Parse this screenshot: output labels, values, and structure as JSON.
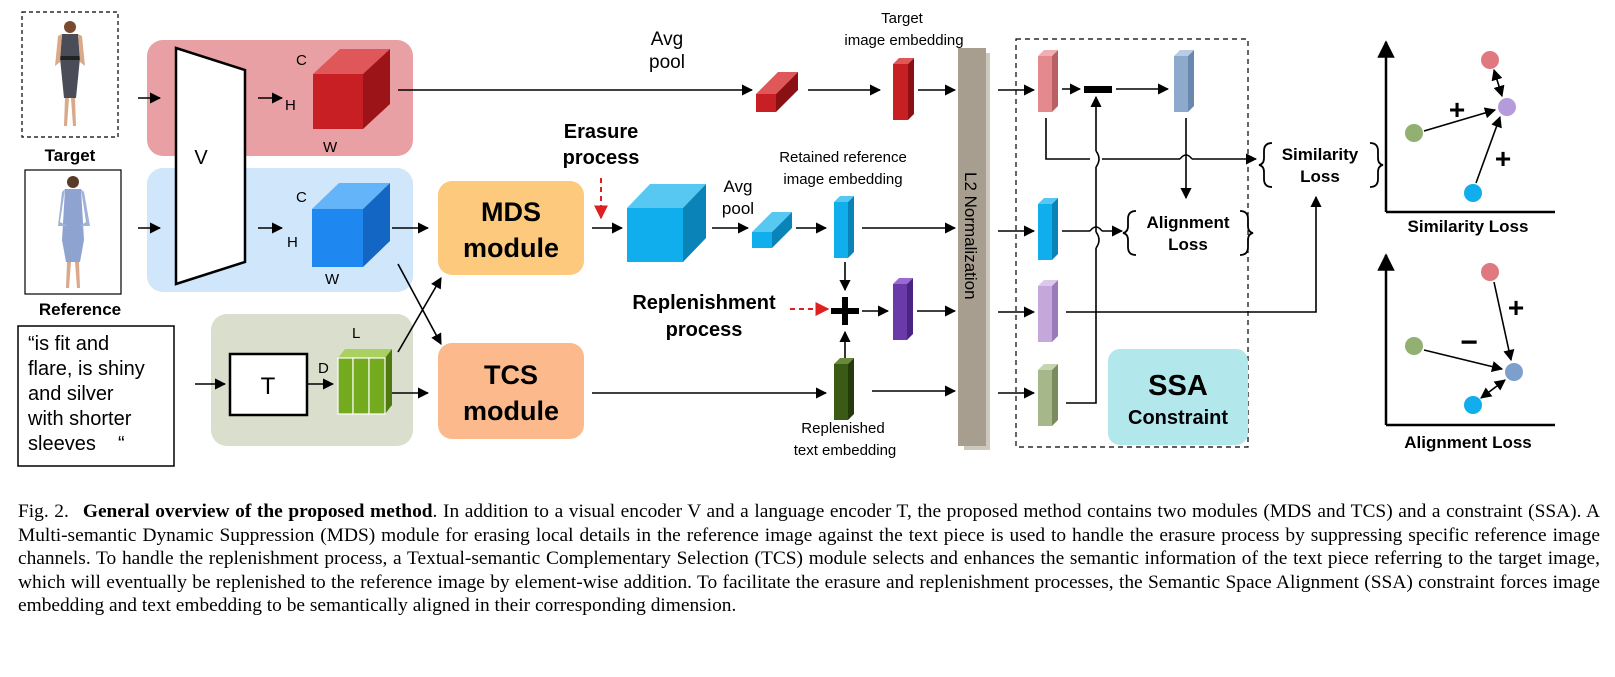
{
  "inputs": {
    "target_label": "Target",
    "reference_label": "Reference",
    "text_lines": [
      "“is fit and",
      "flare, is shiny",
      "and silver",
      "with shorter",
      "sleeves    “"
    ]
  },
  "encoders": {
    "visual": "V",
    "language": "T",
    "dim_c": "C",
    "dim_h": "H",
    "dim_w": "W",
    "dim_l": "L",
    "dim_d": "D"
  },
  "modules": {
    "mds_line1": "MDS",
    "mds_line2": "module",
    "tcs_line1": "TCS",
    "tcs_line2": "module",
    "ssa_line1": "SSA",
    "ssa_line2": "Constraint"
  },
  "labels": {
    "avg_pool_top_1": "Avg",
    "avg_pool_top_2": "pool",
    "avg_pool_mid_1": "Avg",
    "avg_pool_mid_2": "pool",
    "target_emb_1": "Target",
    "target_emb_2": "image embedding",
    "erasure_1": "Erasure",
    "erasure_2": "process",
    "retained_1": "Retained reference",
    "retained_2": "image embedding",
    "replenishment_1": "Replenishment",
    "replenishment_2": "process",
    "replenished_1": "Replenished",
    "replenished_2": "text embedding",
    "l2_norm": "L2 Normalization",
    "similarity_loss_1": "Similarity",
    "similarity_loss_2": "Loss",
    "alignment_loss_1": "Alignment",
    "alignment_loss_2": "Loss",
    "plot_similarity": "Similarity Loss",
    "plot_alignment": "Alignment Loss",
    "plus": "+",
    "minus": "−"
  },
  "colors": {
    "target_branch": "#e8a0a4",
    "reference_branch": "#cfe6fb",
    "text_branch": "#d9dfcc",
    "mds": "#fdc97d",
    "tcs": "#fcba8c",
    "ssa": "#b2e7ec",
    "l2": "#a89e8f",
    "red_cube": "#c71f24",
    "blue_cube": "#1e88f0",
    "cyan": "#10aeec",
    "purple": "#6a3aa8",
    "dark_green": "#3b5a15",
    "pink_emb": "#e48a8e",
    "steel_emb": "#8daacd",
    "lavender_emb": "#c4a8dc",
    "sage_emb": "#a6b88a",
    "dot_red": "#e07880",
    "dot_green": "#92b072",
    "dot_lilac": "#b69bdc",
    "dot_blue": "#10aeec",
    "dot_steel": "#7d9fcc"
  },
  "caption": {
    "fig": "Fig. 2.",
    "title": "General overview of the proposed method",
    "body": ". In addition to a visual encoder V and a language encoder T, the proposed method contains two modules (MDS and TCS) and a constraint (SSA). A Multi-semantic Dynamic Suppression (MDS) module for erasing local details in the reference image against the text piece is used to handle the erasure process by suppressing specific reference image channels. To handle the replenishment process, a Textual-semantic Complementary Selection (TCS) module selects and enhances the semantic information of the text piece referring to the target image, which will eventually be replenished to the reference image by element-wise addition. To facilitate the erasure and replenishment processes, the Semantic Space Alignment (SSA) constraint forces image embedding and text embedding to be semantically aligned in their corresponding dimension."
  }
}
